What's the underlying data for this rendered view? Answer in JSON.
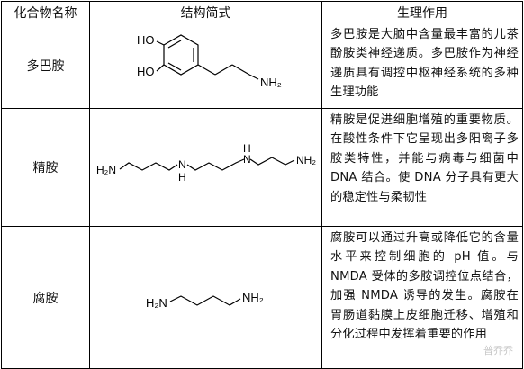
{
  "headers": {
    "name": "化合物名称",
    "structure": "结构简式",
    "function": "生理作用"
  },
  "rows": [
    {
      "name": "多巴胺",
      "function": "多巴胺是大脑中含量最丰富的儿茶酚胺类神经递质。多巴胺作为神经递质具有调控中枢神经系统的多种生理功能",
      "labels": {
        "oh1": "HO",
        "oh2": "HO",
        "nh2": "NH₂"
      }
    },
    {
      "name": "精胺",
      "function": "精胺是促进细胞增殖的重要物质。在酸性条件下它呈现出多阳离子多胺类特性，并能与病毒与细菌中 DNA 结合。使 DNA 分子具有更大的稳定性与柔韧性",
      "labels": {
        "h2n": "H₂N",
        "nh_left": "N",
        "h_left": "H",
        "nh_right": "N",
        "h_right": "H",
        "nh2": "NH₂"
      }
    },
    {
      "name": "腐胺",
      "function": "腐胺可以通过升高或降低它的含量水平来控制细胞的 pH 值。与 NMDA 受体的多胺调控位点结合，加强 NMDA 诱导的发生。腐胺在胃肠道黏膜上皮细胞迁移、增殖和分化过程中发挥着重要的作用",
      "labels": {
        "h2n": "H₂N",
        "nh2": "NH₂"
      }
    }
  ],
  "watermark": "普乔乔"
}
